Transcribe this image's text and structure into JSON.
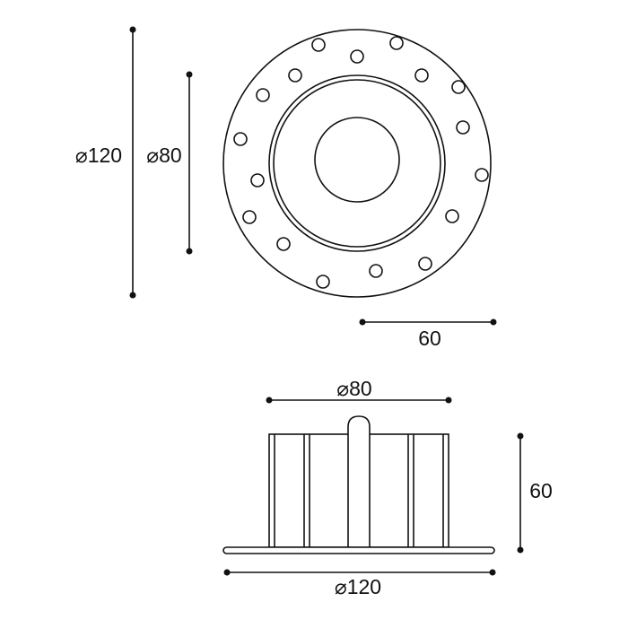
{
  "colors": {
    "line": "#111111",
    "background": "#ffffff"
  },
  "top_view": {
    "dim_outer_diameter": "⌀120",
    "dim_inner_diameter": "⌀80",
    "dim_width": "60"
  },
  "side_view": {
    "dim_top_diameter": "⌀80",
    "dim_height": "60",
    "dim_bottom_diameter": "⌀120"
  }
}
